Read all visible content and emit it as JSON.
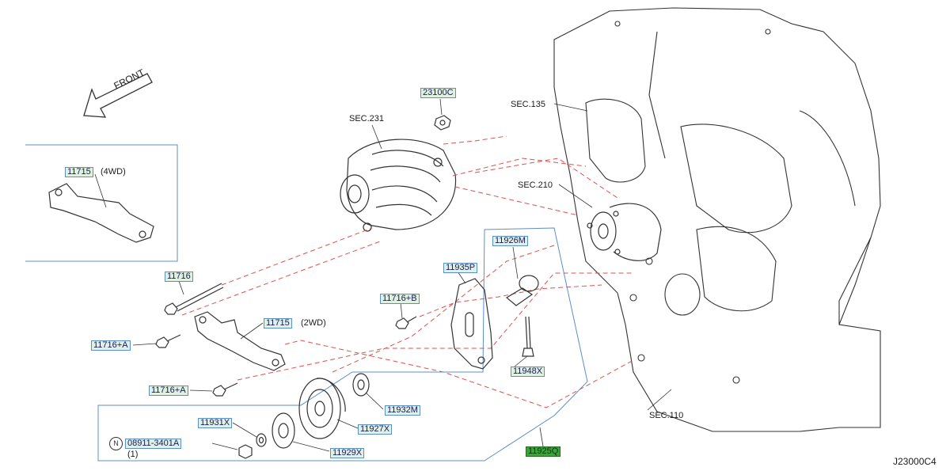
{
  "diagram_id": "J23000C4",
  "front_label": "FRONT",
  "sections": {
    "sec231": "SEC.231",
    "sec135": "SEC.135",
    "sec210": "SEC.210",
    "sec110": "SEC.110"
  },
  "parts": {
    "p23100C": "23100C",
    "p11715_4wd": "11715",
    "p11716": "11716",
    "p11716A_1": "11716+A",
    "p11715_2wd": "11715",
    "p11716A_2": "11716+A",
    "p11716B": "11716+B",
    "p11935P": "11935P",
    "p11926M": "11926M",
    "p11948X": "11948X",
    "p11932M": "11932M",
    "p11927X": "11927X",
    "p11931X": "11931X",
    "p08911": "08911-3401A",
    "p11929X": "11929X",
    "p11925Q": "11925Q"
  },
  "notes": {
    "n4wd": "(4WD)",
    "n2wd": "(2WD)",
    "qty": "(1)",
    "n_symbol": "N"
  },
  "colors": {
    "line": "#333333",
    "leader_blue": "#5c8fc4",
    "dashed_red": "#d9534f",
    "label_bg": "#dff1e3",
    "label_active_bg": "#37a637"
  }
}
